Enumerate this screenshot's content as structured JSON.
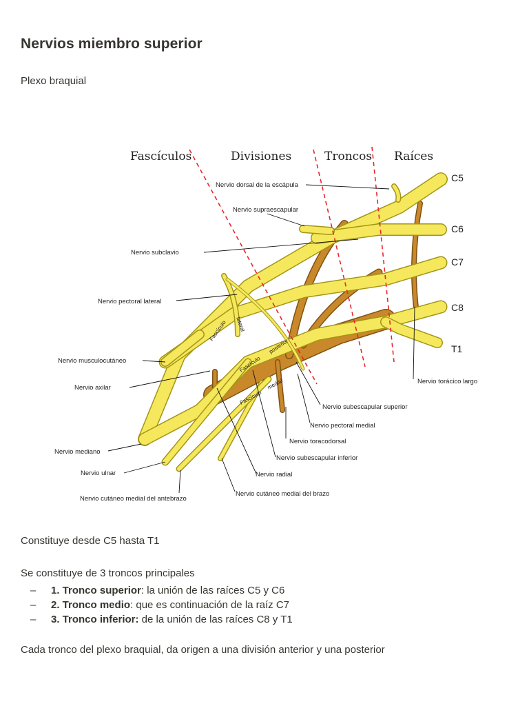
{
  "page": {
    "title": "Nervios miembro superior",
    "subtitle": "Plexo braquial"
  },
  "figure": {
    "headers": [
      "Fascículos",
      "Divisiones",
      "Troncos",
      "Raíces"
    ],
    "roots": [
      "C5",
      "C6",
      "C7",
      "C8",
      "T1"
    ],
    "cord_labels": {
      "lateral_a": "Fascículo",
      "lateral_b": "lateral",
      "posterior_a": "Fascículo",
      "posterior_b": "posterior",
      "medial_a": "Fascículo",
      "medial_b": "medial"
    },
    "labels": {
      "dorsal_escapula": "Nervio dorsal de la escápula",
      "supraescapular": "Nervio supraescapular",
      "subclavio": "Nervio subclavio",
      "pectoral_lateral": "Nervio pectoral lateral",
      "musculocutaneo": "Nervio musculocutáneo",
      "axilar": "Nervio axilar",
      "mediano": "Nervio mediano",
      "ulnar": "Nervio ulnar",
      "cutaneo_antebrazo": "Nervio cutáneo medial del antebrazo",
      "toracico_largo": "Nervio torácico largo",
      "subescapular_superior": "Nervio subescapular superior",
      "pectoral_medial": "Nervio pectoral medial",
      "toracodorsal": "Nervio toracodorsal",
      "subescapular_inferior": "Nervio subescapular inferior",
      "radial": "Nervio radial",
      "cutaneo_brazo": "Nervio cutáneo medial del brazo"
    },
    "colors": {
      "nerve": "#f6e85c",
      "nerve_stroke": "#a39516",
      "posterior": "#c9882a",
      "posterior_stroke": "#7d5214",
      "divider": "#e8262a"
    }
  },
  "body": {
    "p1": "Constituye desde C5 hasta T1",
    "p2": "Se constituye de 3 troncos principales",
    "list": [
      {
        "bullet": "–",
        "bold": "1. Tronco superior",
        "text": ": la unión de las raíces C5 y C6"
      },
      {
        "bullet": "–",
        "bold": "2. Tronco medio",
        "text": ": que es continuación de la raíz C7"
      },
      {
        "bullet": "–",
        "bold": "3. Tronco inferior:",
        "text": " de la unión de las raíces C8 y T1"
      }
    ],
    "p3": "Cada tronco del plexo braquial, da origen a una división anterior y una posterior"
  }
}
